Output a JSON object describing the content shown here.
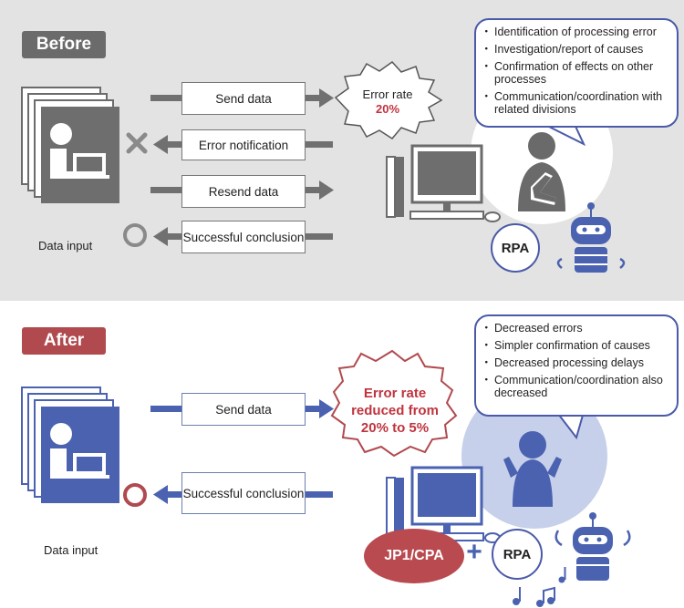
{
  "before": {
    "tag": "Before",
    "data_input_label": "Data input",
    "flows": [
      "Send data",
      "Error notification",
      "Resend data",
      "Successful conclusion"
    ],
    "error_rate_label": "Error rate",
    "error_rate_value": "20%",
    "bubble_items": [
      "Identification of processing error",
      "Investigation/report of causes",
      "Confirmation of effects on other processes",
      "Communication/coordination with related divisions"
    ],
    "rpa_label": "RPA"
  },
  "after": {
    "tag": "After",
    "data_input_label": "Data input",
    "flows": [
      "Send data",
      "Successful conclusion"
    ],
    "error_rate_text": "Error rate reduced from 20% to 5%",
    "bubble_items": [
      "Decreased errors",
      "Simpler confirmation of causes",
      "Decreased processing delays",
      "Communication/coordination also decreased"
    ],
    "jp1_label": "JP1/CPA",
    "plus": "+",
    "rpa_label": "RPA"
  },
  "colors": {
    "before_tag": "#6b6b6b",
    "after_tag": "#b04a4f",
    "gray_arrow": "#707070",
    "blue": "#4a62b0",
    "red_text": "#c0343e",
    "jp1_oval": "#b84a50",
    "bubble_border": "#4a5aa8",
    "light_blue_circle": "#c7d0ea"
  },
  "icons": [
    "person-at-computer-icon",
    "desktop-computer-icon",
    "thinking-person-icon",
    "robot-icon",
    "cross-mark-icon",
    "circle-mark-icon",
    "music-note-icon"
  ]
}
